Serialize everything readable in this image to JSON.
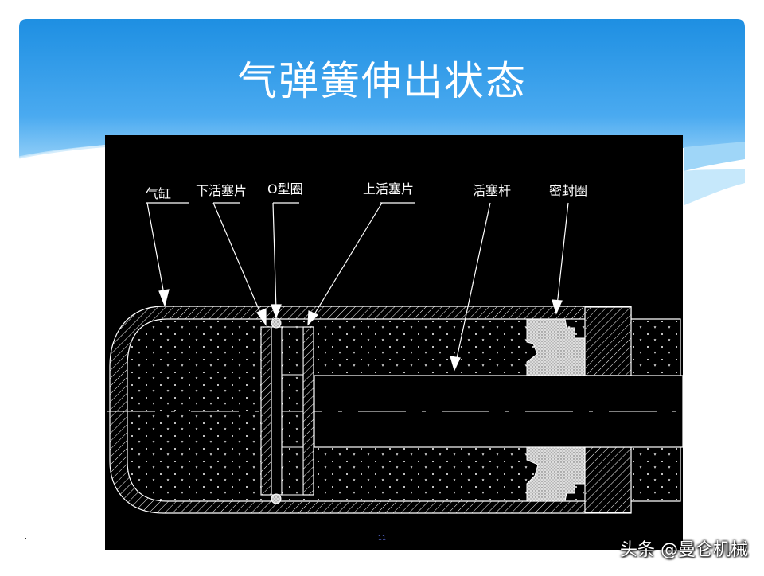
{
  "slide": {
    "title": "气弹簧伸出状态",
    "page_number": "11"
  },
  "diagram": {
    "labels": {
      "cylinder": "气缸",
      "lower_piston": "下活塞片",
      "o_ring": "O型圈",
      "upper_piston": "上活塞片",
      "piston_rod": "活塞杆",
      "seal": "密封圈"
    }
  },
  "watermark": "头条 @曼仑机械"
}
